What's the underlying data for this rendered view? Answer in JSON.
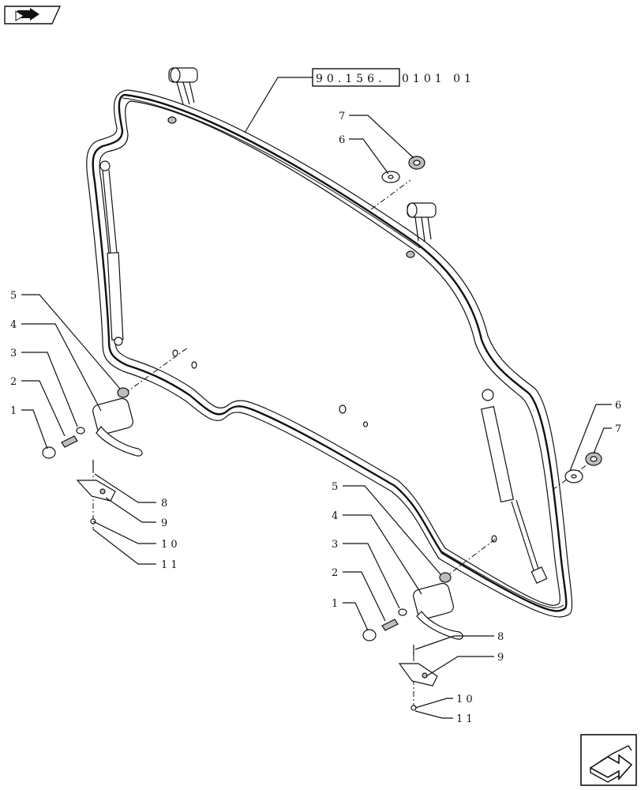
{
  "reference": {
    "prefix": "90.156.",
    "suffix": "0101 01"
  },
  "callouts": {
    "l1": "1",
    "l2": "2",
    "l3": "3",
    "l4": "4",
    "l5": "5",
    "l6": "6",
    "l7": "7",
    "l8": "8",
    "l9": "9",
    "l10": "1 0",
    "l11": "1 1",
    "r1": "1",
    "r2": "2",
    "r3": "3",
    "r4": "4",
    "r5": "5",
    "r6": "6",
    "r7": "7",
    "r8": "8",
    "r9": "9",
    "r10": "1 0",
    "r11": "1 1"
  },
  "icons": {
    "top_left": "book-arrow-icon",
    "bottom_right": "next-page-arrow-icon"
  }
}
